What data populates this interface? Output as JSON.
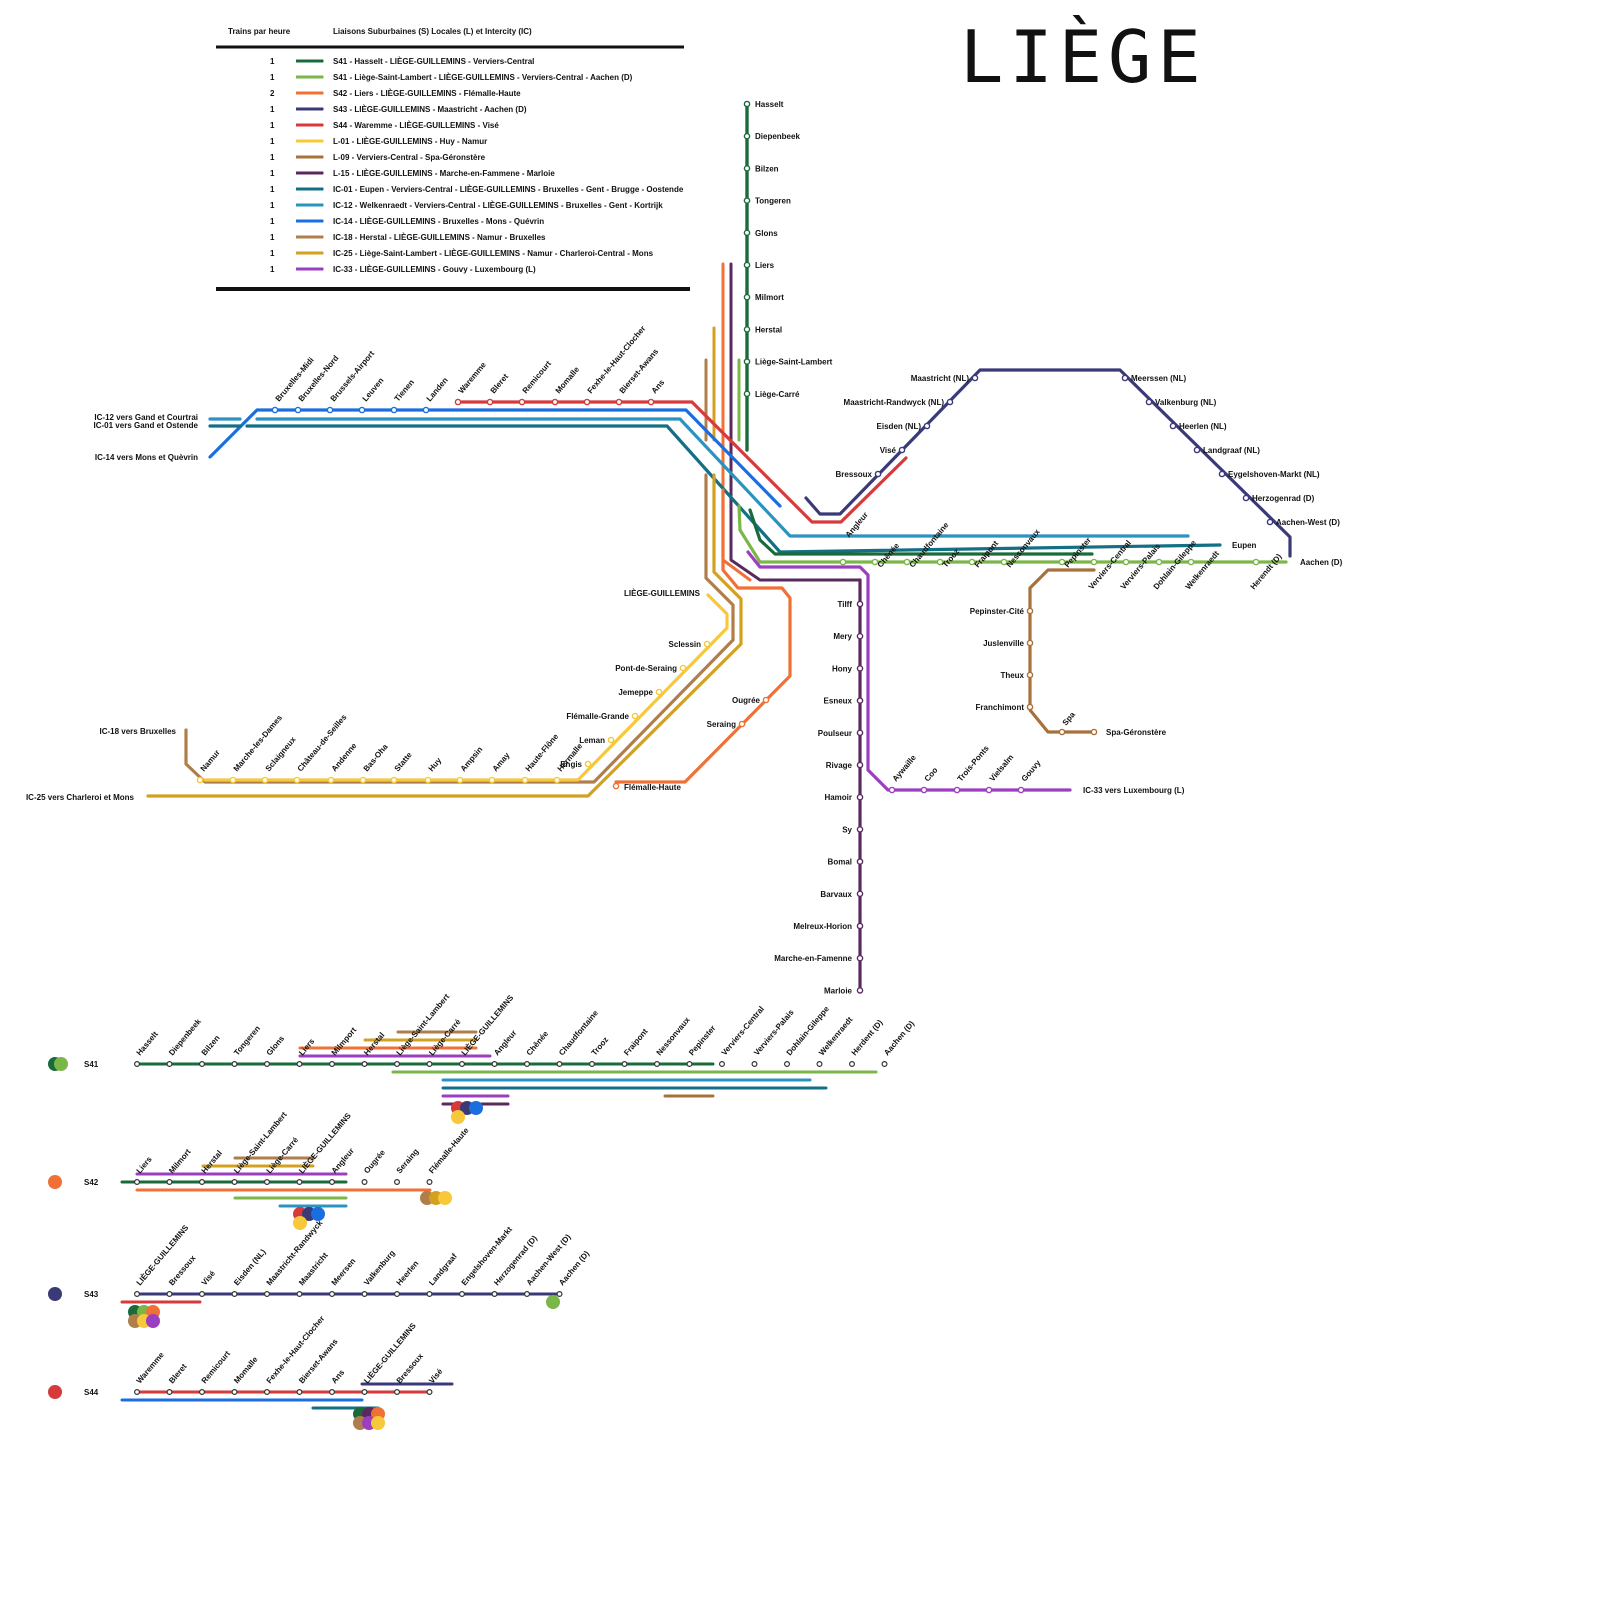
{
  "title": "LIÈGE",
  "legend": {
    "header_trains": "Trains par heure",
    "header_lines": "Liaisons Suburbaines (S)  Locales (L) et Intercity  (IC)",
    "rows": [
      {
        "freq": "1",
        "color": "#1a6b3c",
        "label": "S41 - Hasselt - LIÈGE-GUILLEMINS - Verviers-Central"
      },
      {
        "freq": "1",
        "color": "#7ab648",
        "label": "S41 - Liège-Saint-Lambert - LIÈGE-GUILLEMINS - Verviers-Central - Aachen (D)"
      },
      {
        "freq": "2",
        "color": "#f07035",
        "label": "S42 - Liers - LIÈGE-GUILLEMINS - Flémalle-Haute"
      },
      {
        "freq": "1",
        "color": "#3a3a78",
        "label": "S43 - LIÈGE-GUILLEMINS - Maastricht - Aachen (D)"
      },
      {
        "freq": "1",
        "color": "#d63a3a",
        "label": "S44 - Waremme - LIÈGE-GUILLEMINS - Visé"
      },
      {
        "freq": "1",
        "color": "#f6c83a",
        "label": "L-01 - LIÈGE-GUILLEMINS - Huy - Namur"
      },
      {
        "freq": "1",
        "color": "#a8703a",
        "label": "L-09 - Verviers-Central - Spa-Géronstère"
      },
      {
        "freq": "1",
        "color": "#5a2a5e",
        "label": "L-15 - LIÈGE-GUILLEMINS - Marche-en-Fammene - Marloie"
      },
      {
        "freq": "1",
        "color": "#136f86",
        "label": "IC-01 - Eupen - Verviers-Central - LIÈGE-GUILLEMINS - Bruxelles - Gent - Brugge - Oostende"
      },
      {
        "freq": "1",
        "color": "#2a93c0",
        "label": "IC-12 - Welkenraedt - Verviers-Central - LIÈGE-GUILLEMINS - Bruxelles - Gent - Kortrijk"
      },
      {
        "freq": "1",
        "color": "#1a6ee0",
        "label": "IC-14 - LIÈGE-GUILLEMINS - Bruxelles - Mons - Quévrin"
      },
      {
        "freq": "1",
        "color": "#b07e4a",
        "label": "IC-18 - Herstal - LIÈGE-GUILLEMINS - Namur - Bruxelles"
      },
      {
        "freq": "1",
        "color": "#d4a020",
        "label": "IC-25 - Liège-Saint-Lambert - LIÈGE-GUILLEMINS - Namur - Charleroi-Central - Mons"
      },
      {
        "freq": "1",
        "color": "#9b3ec0",
        "label": "IC-33 - LIÈGE-GUILLEMINS - Gouvy - Luxembourg (L)"
      }
    ]
  },
  "stations": {
    "north": [
      "Hasselt",
      "Diepenbeek",
      "Bilzen",
      "Tongeren",
      "Glons",
      "Liers",
      "Milmort",
      "Herstal",
      "Liège-Saint-Lambert",
      "Liège-Carré"
    ],
    "maastricht_branch": [
      "Maastricht (NL)",
      "Maastricht-Randwyck (NL)",
      "Eisden (NL)",
      "Visé",
      "Bressoux"
    ],
    "aachen_branch": [
      "Meerssen (NL)",
      "Valkenburg (NL)",
      "Heerlen (NL)",
      "Landgraaf (NL)",
      "Eygelshoven-Markt (NL)",
      "Herzogenrad (D)",
      "Aachen-West (D)"
    ],
    "west": [
      "Bruxelles-Midi",
      "Bruxelles-Nord",
      "Brussels-Airport",
      "Leuven",
      "Tienen",
      "Landen",
      "Waremme",
      "Bleret",
      "Remicourt",
      "Momalle",
      "Fexhe-le-Haut-Clocher",
      "Bierset-Awans",
      "Ans"
    ],
    "west_terminals": [
      "IC-12 vers Gand et Courtrai",
      "IC-01 vers Gand et Ostende",
      "IC-14 vers Mons et Quèvrin"
    ],
    "east": [
      "Angleur",
      "Chênée",
      "Chaudfontaine",
      "Trooz",
      "Fraipont",
      "Nessonvaux",
      "Pepinster",
      "Verviers-Central",
      "Verviers-Palais",
      "Dohlain-Gileppe",
      "Welkenraedt",
      "Herendt (D)"
    ],
    "east_terminals": [
      "Eupen",
      "Aachen (D)"
    ],
    "spa": [
      "Pepinster-Cité",
      "Juslenville",
      "Theux",
      "Franchimont",
      "Spa",
      "Spa-Géronstère"
    ],
    "ourthe": [
      "Tilff",
      "Mery",
      "Hony",
      "Esneux",
      "Poulseur",
      "Rivage",
      "Hamoir",
      "Sy",
      "Bomal",
      "Barvaux",
      "Melreux-Horion",
      "Marche-en-Famenne",
      "Marloie"
    ],
    "amblève": [
      "Aywaille",
      "Coo",
      "Trois-Ponts",
      "Vielsalm",
      "Gouvy"
    ],
    "amblève_terminal": "IC-33 vers Luxembourg (L)",
    "guillemins": "LIÈGE-GUILLEMINS",
    "meuse": [
      "Sclessin",
      "Pont-de-Seraing",
      "Jemeppe",
      "Flémalle-Grande",
      "Leman",
      "Engis",
      "Hermalle",
      "Haute-Flône",
      "Amay",
      "Ampsin",
      "Huy",
      "Statte",
      "Bas-Oha",
      "Andenne",
      "Château-de-Seilles",
      "Sclaigneux",
      "Marche-les-Dames",
      "Namur"
    ],
    "seraing": [
      "Ougrée",
      "Seraing",
      "Flémalle-Haute"
    ],
    "meuse_terminals": [
      "IC-18 vers Bruxelles",
      "IC-25 vers Charleroi et Mons"
    ]
  },
  "diagrams": {
    "s41": {
      "label": "S41",
      "stations": [
        "Hasselt",
        "Diepenbeek",
        "Bilzen",
        "Tongeren",
        "Glons",
        "Liers",
        "Milmport",
        "Herstal",
        "Liège-Saint-Lambert",
        "Liège-Carré",
        "LIÈGE-GUILLEMINS",
        "Angleur",
        "Chênée",
        "Chaudfontaine",
        "Trooz",
        "Fraipont",
        "Nessonvaux",
        "Pepinster",
        "Verviers-Central",
        "Verviers-Palais",
        "Dohlain-Gileppe",
        "Welkenraedt",
        "Herdent (D)",
        "Aachen (D)"
      ]
    },
    "s42": {
      "label": "S42",
      "stations": [
        "Liers",
        "Milmort",
        "Herstal",
        "Liège-Saint-Lambert",
        "Liège-Carré",
        "LIÈGE-GUILLEMINS",
        "Angleur",
        "Ougrée",
        "Seraing",
        "Flémalle-Haute"
      ]
    },
    "s43": {
      "label": "S43",
      "stations": [
        "LIÈGE-GUILLEMINS",
        "Bressoux",
        "Visé",
        "Eisden (NL)",
        "Maastricht-Randwyck",
        "Maastricht",
        "Meersen",
        "Valkenburg",
        "Heerlen",
        "Landgraaf",
        "Engelshoven-Markt",
        "Herzogenrad (D)",
        "Aachen-West (D)",
        "Aachen (D)"
      ]
    },
    "s44": {
      "label": "S44",
      "stations": [
        "Waremme",
        "Bleret",
        "Remicourt",
        "Momalle",
        "Fexhe-le-Haut-Clocher",
        "Bierset-Awans",
        "Ans",
        "LIÈGE-GUILLEMINS",
        "Bressoux",
        "Visé"
      ]
    }
  }
}
